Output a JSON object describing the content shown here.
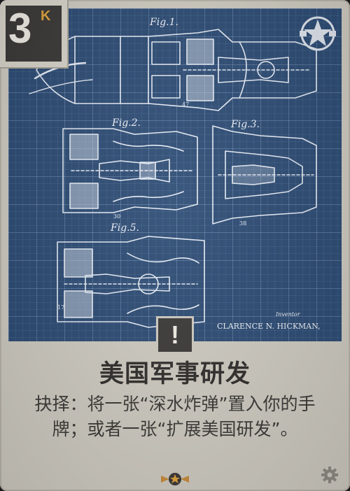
{
  "card": {
    "cost": "3",
    "cost_suffix": "K",
    "title": "美国军事研发",
    "body": "抉择：将一张“深水炸弹”置入你的手牌；或者一张“扩展美国研发”。",
    "event_glyph": "!"
  },
  "art": {
    "labels": {
      "fig1": "Fig.1.",
      "fig2": "Fig.2.",
      "fig3": "Fig.3.",
      "fig5": "Fig.5.",
      "inventor_label": "Inventor",
      "inventor_name": "CLARENCE N. HICKMAN,"
    }
  },
  "icons": {
    "faction": "us-star-icon",
    "event": "exclamation-icon",
    "bottom": "rank-chevron-star-icon",
    "settings": "gear-icon"
  },
  "colors": {
    "blueprint": "#2b4a73",
    "card_bg": "#cfcbc1",
    "dark": "#3a3836",
    "accent": "#e0a23a"
  }
}
